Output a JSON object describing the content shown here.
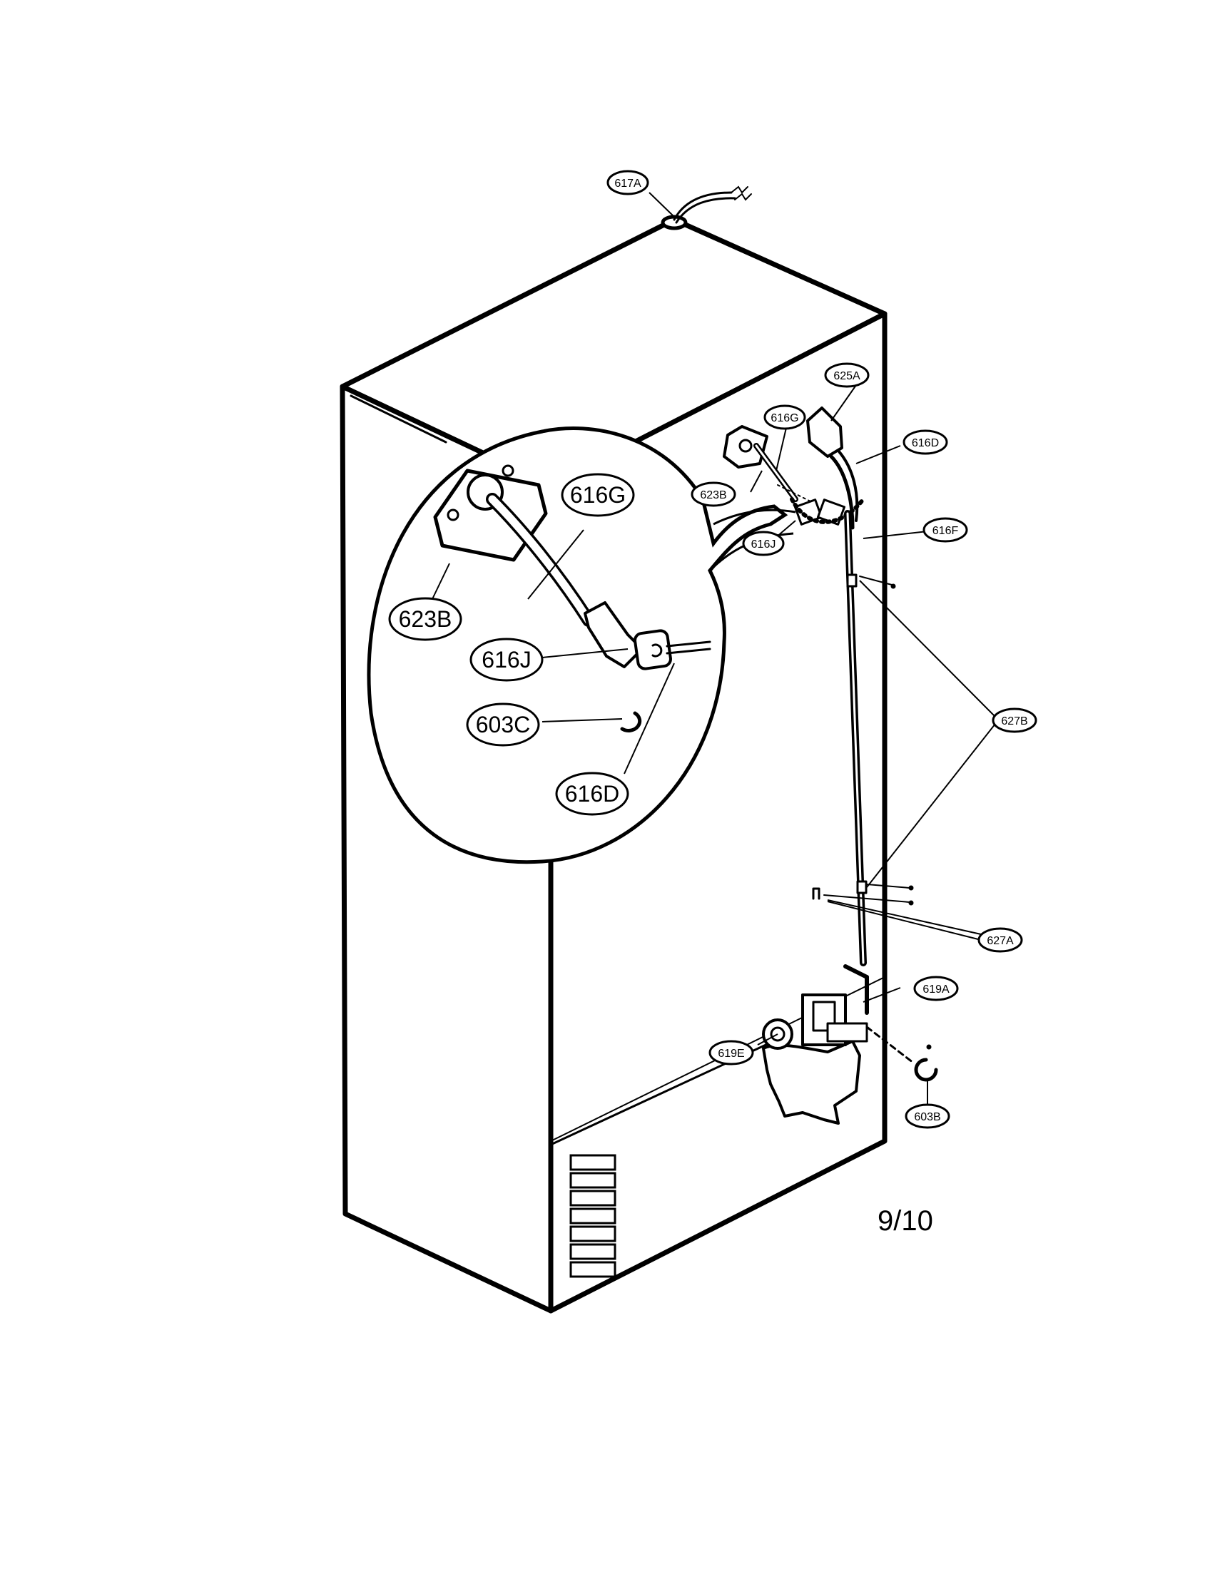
{
  "page_number": "9/10",
  "callouts": {
    "c617A": "617A",
    "c625A": "625A",
    "c616G_small": "616G",
    "c616D_small": "616D",
    "c623B_small": "623B",
    "c616F": "616F",
    "c616J_small": "616J",
    "c627B": "627B",
    "c627A": "627A",
    "c619A": "619A",
    "c619E": "619E",
    "c603B": "603B",
    "c616G_large": "616G",
    "c623B_large": "623B",
    "c616J_large": "616J",
    "c603C_large": "603C",
    "c616D_large": "616D"
  }
}
